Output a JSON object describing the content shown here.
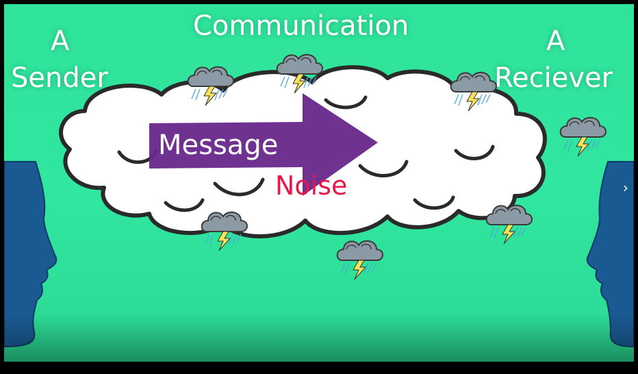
{
  "slide": {
    "title": "Communication",
    "left_label_line1": "A",
    "left_label_line2": "Sender",
    "right_label_line1": "A",
    "right_label_line2": "Reciever",
    "arrow_label": "Message",
    "noise_label": "Noise",
    "next_icon": "›"
  },
  "colors": {
    "background": "#2fe39a",
    "arrow": "#6a2a8c",
    "noise": "#e8174a",
    "head": "#1a5a93",
    "cloud": "#ffffff"
  }
}
